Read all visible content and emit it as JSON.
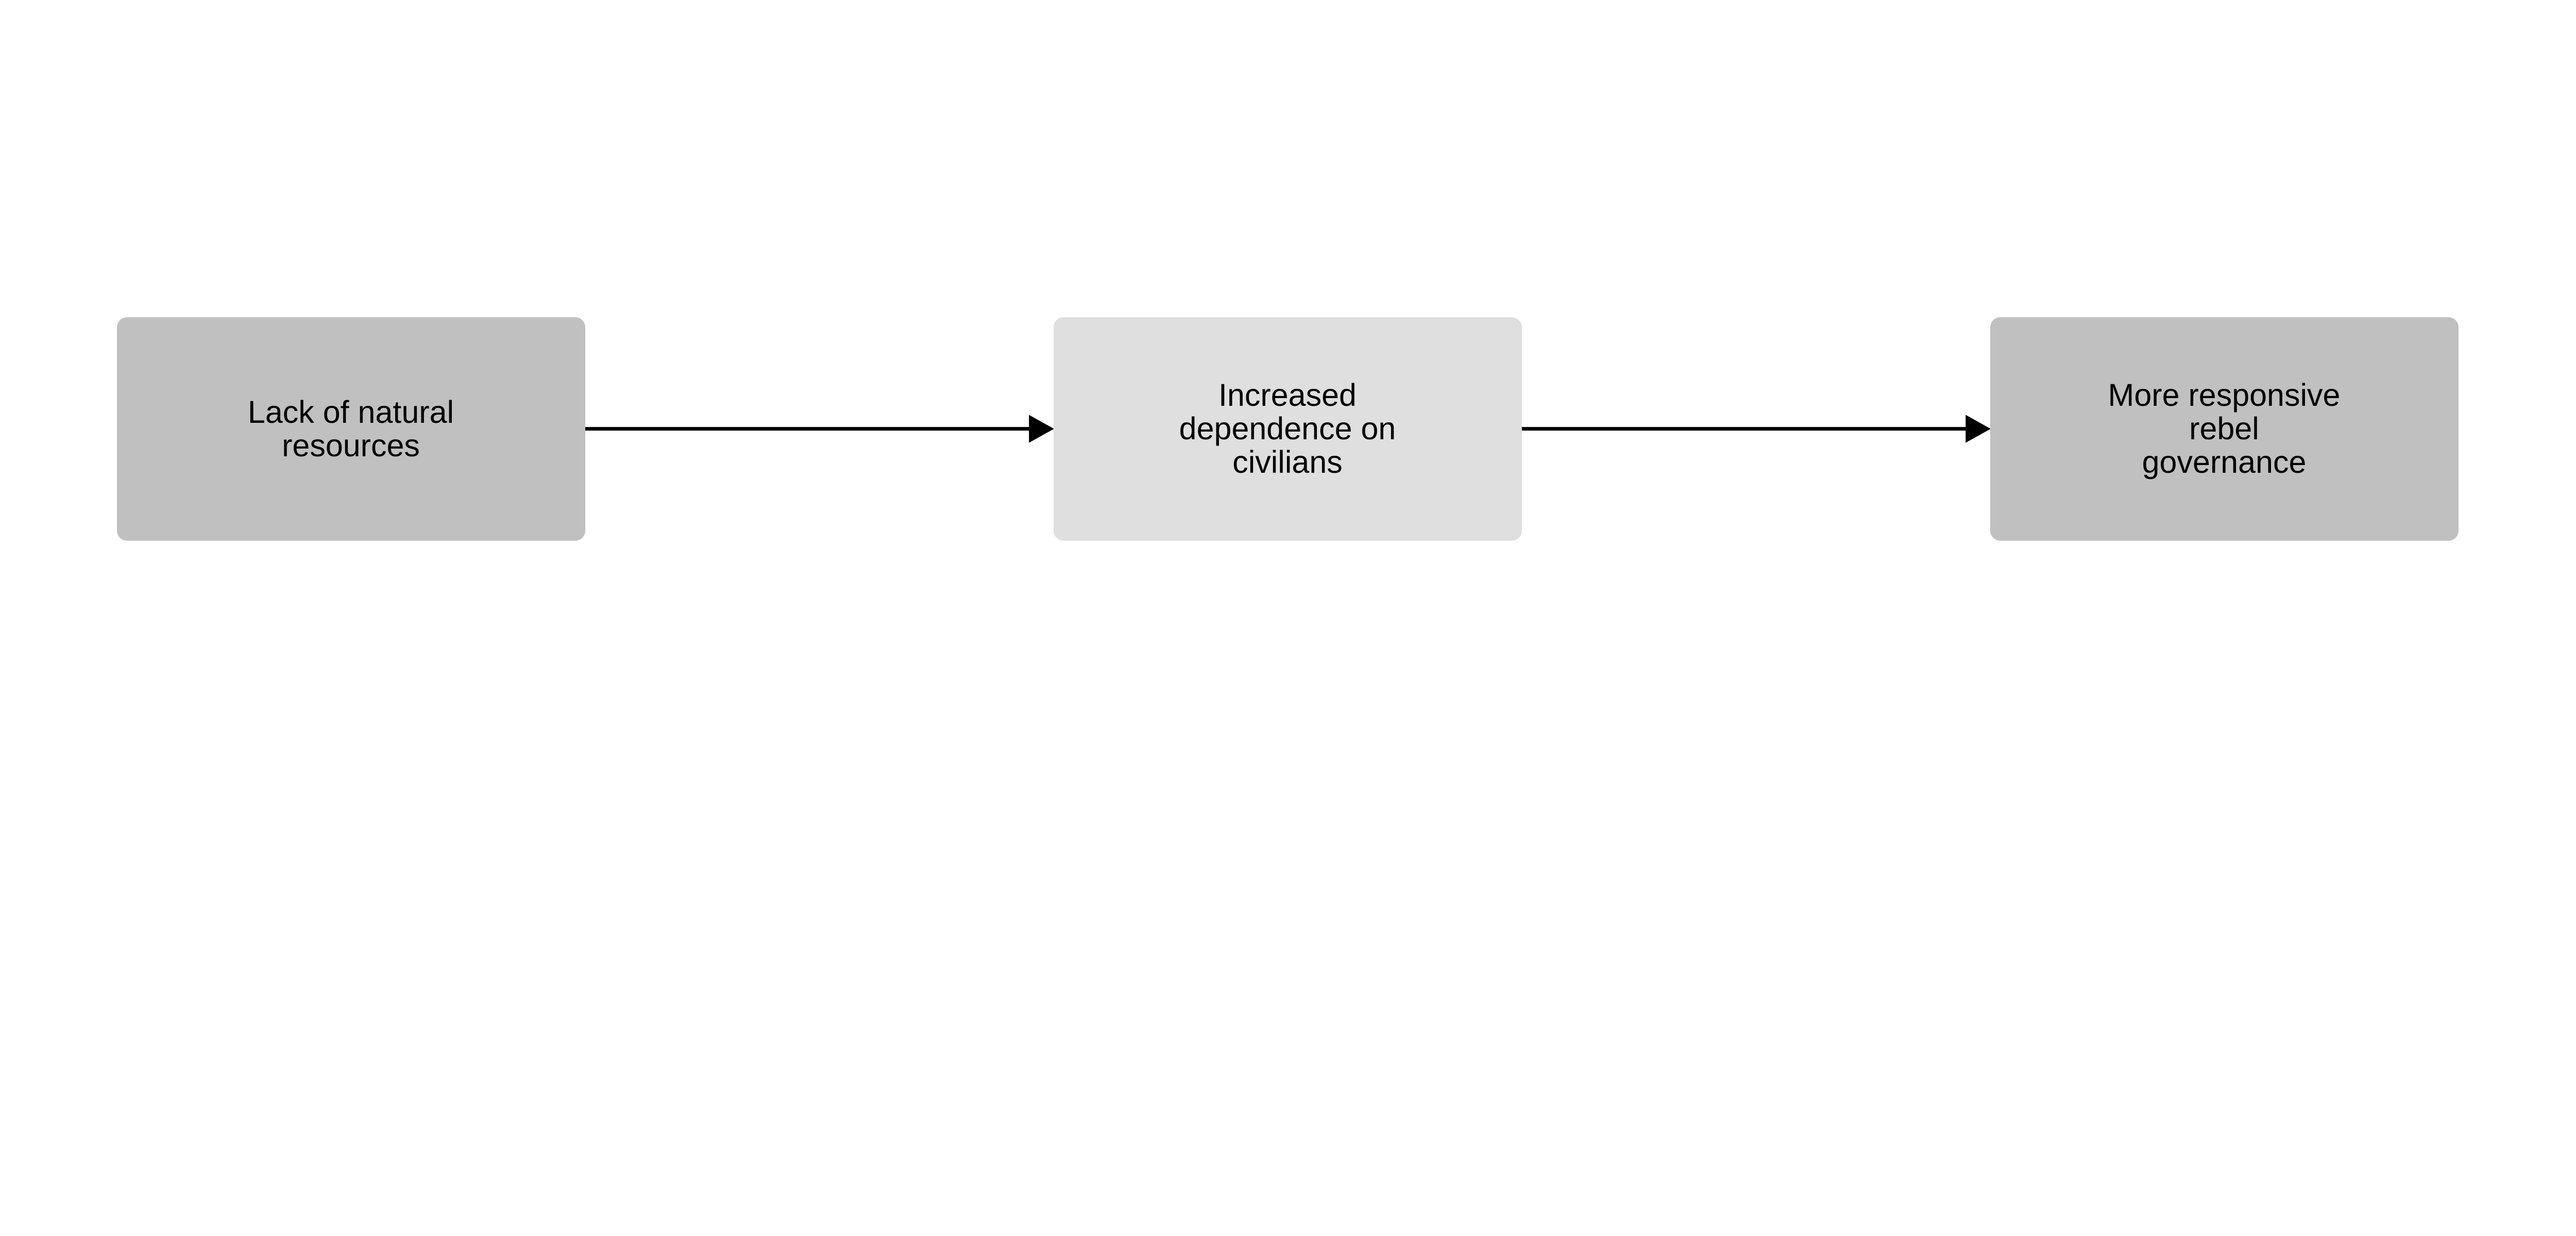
{
  "nodes": [
    {
      "label": "Lack of natural\nresources",
      "color": "#c0c0c0"
    },
    {
      "label": "Increased\ndependence on\ncivilians",
      "color": "#dfdfdf"
    },
    {
      "label": "More responsive\nrebel\ngovernance",
      "color": "#c0c0c0"
    }
  ],
  "edges": [
    {
      "from": 0,
      "to": 1
    },
    {
      "from": 1,
      "to": 2
    }
  ]
}
